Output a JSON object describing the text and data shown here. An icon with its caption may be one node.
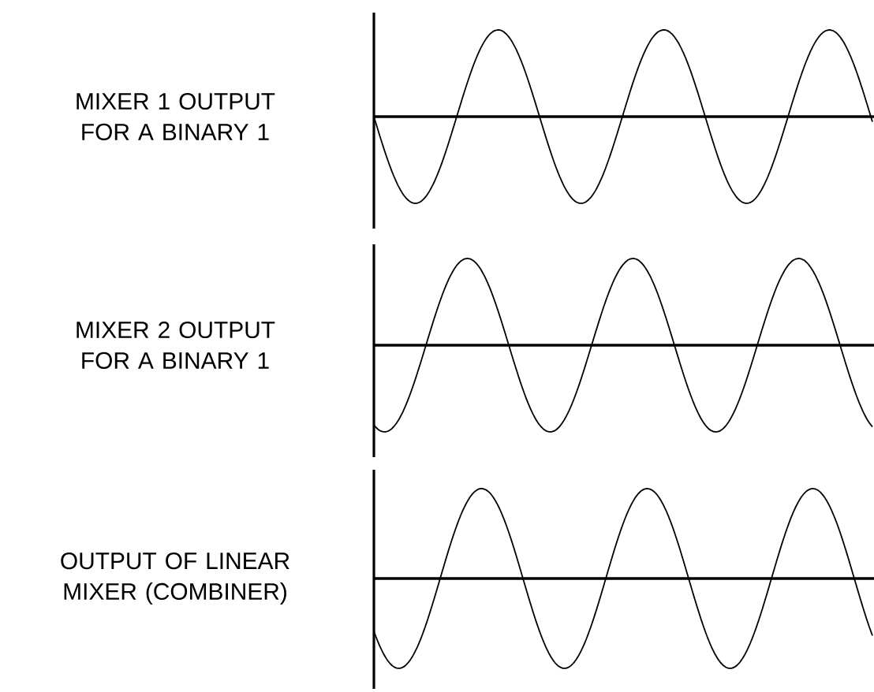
{
  "diagram": {
    "labels": [
      "MIXER 1 OUTPUT FOR A BINARY 1",
      "MIXER 2 OUTPUT FOR A BINARY 1",
      "OUTPUT OF LINEAR MIXER (COMBINER)"
    ]
  }
}
